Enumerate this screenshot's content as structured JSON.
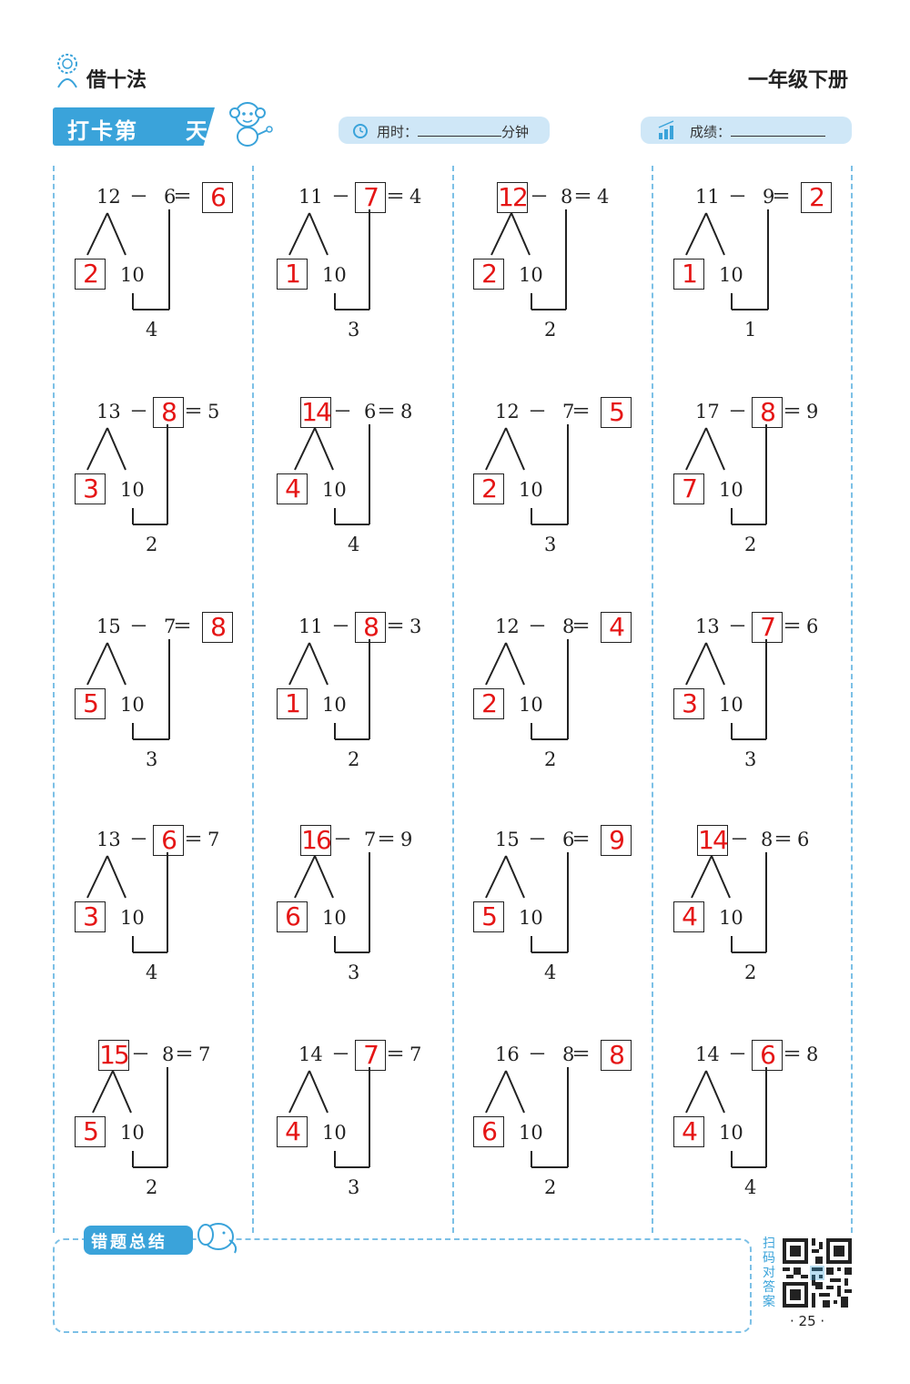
{
  "header": {
    "title": "借十法",
    "grade": "一年级下册"
  },
  "banner": {
    "label": "打卡第",
    "day_suffix": "天"
  },
  "time_pill": {
    "label": "用时：",
    "unit": "分钟"
  },
  "score_pill": {
    "label": "成绩："
  },
  "summary": {
    "label": "错题总结"
  },
  "scan": {
    "label": "扫码对答案"
  },
  "page_number": "· 25 ·",
  "colors": {
    "accent": "#3aa3da",
    "answer": "#e51515",
    "pill": "#cfe7f7"
  },
  "problems": [
    {
      "a": "12",
      "b": "6",
      "c": "6",
      "blank": "c",
      "split": "2",
      "ten": "10",
      "sub": "4"
    },
    {
      "a": "11",
      "b": "7",
      "c": "4",
      "blank": "b",
      "split": "1",
      "ten": "10",
      "sub": "3"
    },
    {
      "a": "12",
      "b": "8",
      "c": "4",
      "blank": "a",
      "split": "2",
      "ten": "10",
      "sub": "2"
    },
    {
      "a": "11",
      "b": "9",
      "c": "2",
      "blank": "c",
      "split": "1",
      "ten": "10",
      "sub": "1"
    },
    {
      "a": "13",
      "b": "8",
      "c": "5",
      "blank": "b",
      "split": "3",
      "ten": "10",
      "sub": "2"
    },
    {
      "a": "14",
      "b": "6",
      "c": "8",
      "blank": "a",
      "split": "4",
      "ten": "10",
      "sub": "4"
    },
    {
      "a": "12",
      "b": "7",
      "c": "5",
      "blank": "c",
      "split": "2",
      "ten": "10",
      "sub": "3"
    },
    {
      "a": "17",
      "b": "8",
      "c": "9",
      "blank": "b",
      "split": "7",
      "ten": "10",
      "sub": "2"
    },
    {
      "a": "15",
      "b": "7",
      "c": "8",
      "blank": "c",
      "split": "5",
      "ten": "10",
      "sub": "3"
    },
    {
      "a": "11",
      "b": "8",
      "c": "3",
      "blank": "b",
      "split": "1",
      "ten": "10",
      "sub": "2"
    },
    {
      "a": "12",
      "b": "8",
      "c": "4",
      "blank": "c",
      "split": "2",
      "ten": "10",
      "sub": "2"
    },
    {
      "a": "13",
      "b": "7",
      "c": "6",
      "blank": "b",
      "split": "3",
      "ten": "10",
      "sub": "3"
    },
    {
      "a": "13",
      "b": "6",
      "c": "7",
      "blank": "b",
      "split": "3",
      "ten": "10",
      "sub": "4"
    },
    {
      "a": "16",
      "b": "7",
      "c": "9",
      "blank": "a",
      "split": "6",
      "ten": "10",
      "sub": "3"
    },
    {
      "a": "15",
      "b": "6",
      "c": "9",
      "blank": "c",
      "split": "5",
      "ten": "10",
      "sub": "4"
    },
    {
      "a": "14",
      "b": "8",
      "c": "6",
      "blank": "a",
      "split": "4",
      "ten": "10",
      "sub": "2"
    },
    {
      "a": "15",
      "b": "8",
      "c": "7",
      "blank": "a",
      "split": "5",
      "ten": "10",
      "sub": "2"
    },
    {
      "a": "14",
      "b": "7",
      "c": "7",
      "blank": "b",
      "split": "4",
      "ten": "10",
      "sub": "3"
    },
    {
      "a": "16",
      "b": "8",
      "c": "8",
      "blank": "c",
      "split": "6",
      "ten": "10",
      "sub": "2"
    },
    {
      "a": "14",
      "b": "6",
      "c": "8",
      "blank": "b",
      "split": "4",
      "ten": "10",
      "sub": "4"
    }
  ]
}
